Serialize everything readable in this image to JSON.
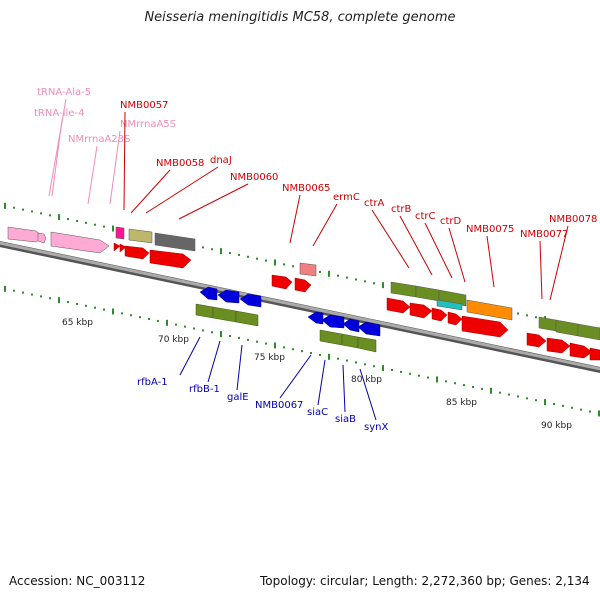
{
  "title": "Neisseria meningitidis MC58, complete genome",
  "footer": {
    "accession": "Accession: NC_003112",
    "summary": "Topology: circular; Length: 2,272,360 bp; Genes: 2,134"
  },
  "scale_labels": [
    "65 kbp",
    "70 kbp",
    "75 kbp",
    "80 kbp",
    "85 kbp",
    "90 kbp"
  ],
  "upper_labels": [
    {
      "text": "tRNA-Ala-5",
      "color": "#f08cb8"
    },
    {
      "text": "tRNA-Ile-4",
      "color": "#f08cb8"
    },
    {
      "text": "NMrrnaA5S",
      "color": "#f08cb8"
    },
    {
      "text": "NMrrnaA23S",
      "color": "#f08cb8"
    },
    {
      "text": "NMB0057",
      "color": "#cc0000"
    },
    {
      "text": "NMB0058",
      "color": "#cc0000"
    },
    {
      "text": "dnaJ",
      "color": "#cc0000"
    },
    {
      "text": "NMB0060",
      "color": "#cc0000"
    },
    {
      "text": "NMB0065",
      "color": "#cc0000"
    },
    {
      "text": "ermC",
      "color": "#cc0000"
    },
    {
      "text": "ctrA",
      "color": "#cc0000"
    },
    {
      "text": "ctrB",
      "color": "#cc0000"
    },
    {
      "text": "ctrC",
      "color": "#cc0000"
    },
    {
      "text": "ctrD",
      "color": "#cc0000"
    },
    {
      "text": "NMB0075",
      "color": "#cc0000"
    },
    {
      "text": "NMB0077",
      "color": "#cc0000"
    },
    {
      "text": "NMB0078",
      "color": "#cc0000"
    }
  ],
  "lower_labels": [
    {
      "text": "rfbA-1",
      "color": "#0000aa"
    },
    {
      "text": "rfbB-1",
      "color": "#0000aa"
    },
    {
      "text": "galE",
      "color": "#0000aa"
    },
    {
      "text": "NMB0067",
      "color": "#0000aa"
    },
    {
      "text": "siaC",
      "color": "#0000aa"
    },
    {
      "text": "siaB",
      "color": "#0000aa"
    },
    {
      "text": "synX",
      "color": "#0000aa"
    }
  ],
  "colors": {
    "backbone": "#888888",
    "forward_gene": "#ee0000",
    "reverse_gene": "#0000dd",
    "trna": "#ffaad4",
    "rrna": "#ff77bb",
    "cog_green": "#6b8e23",
    "cog_khaki": "#bdb76b",
    "cog_gray": "#666666",
    "cog_cyan": "#20c0c0",
    "cog_orange": "#ff8c00",
    "cog_pink": "#f08080",
    "cog_magenta": "#ff1493",
    "tick": "#2e8b2e"
  }
}
